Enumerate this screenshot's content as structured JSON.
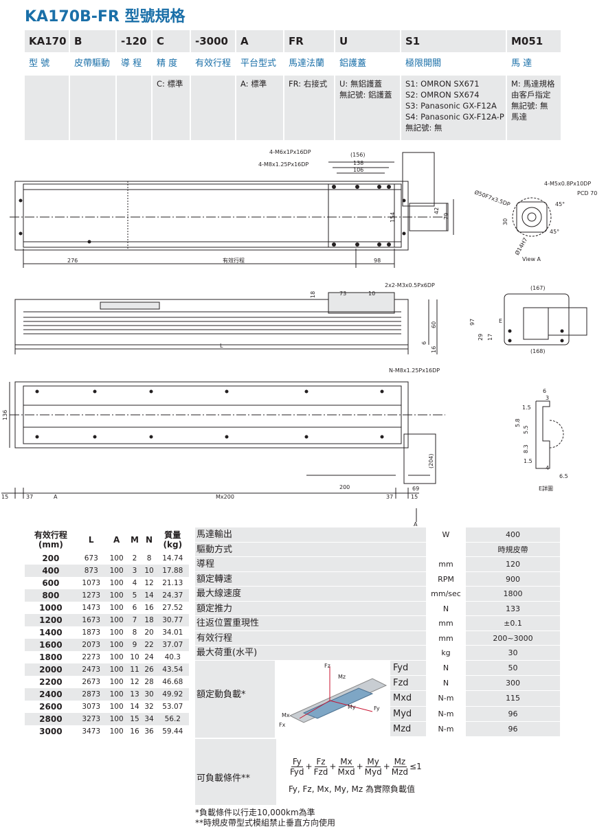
{
  "title": "KA170B-FR 型號規格",
  "code_table": {
    "codes": [
      "KA170",
      "B",
      "-120",
      "C",
      "-3000",
      "A",
      "FR",
      "U",
      "S1",
      "M051"
    ],
    "labels": [
      "型 號",
      "皮帶驅動",
      "導 程",
      "精 度",
      "有效行程",
      "平台型式",
      "馬達法蘭",
      "鋁護蓋",
      "極限開關",
      "馬 達"
    ],
    "descriptions": [
      "",
      "",
      "",
      "C: 標準",
      "",
      "A: 標準",
      "FR: 右接式",
      "U: 無鋁護蓋\n無記號: 鋁護蓋",
      "S1: OMRON SX671\nS2: OMRON SX674\nS3: Panasonic GX-F12A\nS4: Panasonic GX-F12A-P\n無記號: 無",
      "M: 馬達規格\n由客戶指定\n無記號: 無\n馬達"
    ]
  },
  "drawing_top": {
    "callouts": [
      "4-M6x1Px16DP",
      "4-M8x1.25Px16DP",
      "(156)",
      "138",
      "106",
      "154",
      "42",
      "79",
      "276",
      "有效行程",
      "98"
    ],
    "view_a": [
      "4-M5x0.8Px10DP",
      "PCD 70",
      "Ø50F7x3.5DP",
      "45°",
      "45°",
      "30",
      "Ø14H7",
      "View A"
    ]
  },
  "drawing_side": {
    "callouts": [
      "2x2-M3x0.5Px6DP",
      "18",
      "73",
      "10",
      "60",
      "6",
      "16",
      "L"
    ],
    "end_view": [
      "(167)",
      "97",
      "E",
      "29",
      "17",
      "(168)"
    ]
  },
  "drawing_bottom": {
    "callouts": [
      "N-M8x1.25Px16DP",
      "136",
      "(204)",
      "200",
      "69",
      "15",
      "37",
      "A",
      "Mx200",
      "37",
      "15",
      "A"
    ],
    "detail_e": [
      "6",
      "3",
      "1.5",
      "5.8",
      "5.5",
      "8.3",
      "1.5",
      "4",
      "6.5",
      "E詳圖"
    ]
  },
  "dim_table": {
    "headers": [
      "有效行程\n(mm)",
      "L",
      "A",
      "M",
      "N",
      "質量\n(kg)"
    ],
    "rows": [
      [
        "200",
        "673",
        "100",
        "2",
        "8",
        "14.74"
      ],
      [
        "400",
        "873",
        "100",
        "3",
        "10",
        "17.88"
      ],
      [
        "600",
        "1073",
        "100",
        "4",
        "12",
        "21.13"
      ],
      [
        "800",
        "1273",
        "100",
        "5",
        "14",
        "24.37"
      ],
      [
        "1000",
        "1473",
        "100",
        "6",
        "16",
        "27.52"
      ],
      [
        "1200",
        "1673",
        "100",
        "7",
        "18",
        "30.77"
      ],
      [
        "1400",
        "1873",
        "100",
        "8",
        "20",
        "34.01"
      ],
      [
        "1600",
        "2073",
        "100",
        "9",
        "22",
        "37.07"
      ],
      [
        "1800",
        "2273",
        "100",
        "10",
        "24",
        "40.3"
      ],
      [
        "2000",
        "2473",
        "100",
        "11",
        "26",
        "43.54"
      ],
      [
        "2200",
        "2673",
        "100",
        "12",
        "28",
        "46.68"
      ],
      [
        "2400",
        "2873",
        "100",
        "13",
        "30",
        "49.92"
      ],
      [
        "2600",
        "3073",
        "100",
        "14",
        "32",
        "53.07"
      ],
      [
        "2800",
        "3273",
        "100",
        "15",
        "34",
        "56.2"
      ],
      [
        "3000",
        "3473",
        "100",
        "16",
        "36",
        "59.44"
      ]
    ]
  },
  "spec_table": {
    "rows": [
      {
        "name": "馬達輸出",
        "unit": "W",
        "value": "400"
      },
      {
        "name": "驅動方式",
        "unit": "",
        "value": "時規皮帶"
      },
      {
        "name": "導程",
        "unit": "mm",
        "value": "120"
      },
      {
        "name": "額定轉速",
        "unit": "RPM",
        "value": "900"
      },
      {
        "name": "最大線速度",
        "unit": "mm/sec",
        "value": "1800"
      },
      {
        "name": "額定推力",
        "unit": "N",
        "value": "133"
      },
      {
        "name": "往返位置重現性",
        "unit": "mm",
        "value": "±0.1"
      },
      {
        "name": "有效行程",
        "unit": "mm",
        "value": "200~3000"
      },
      {
        "name": "最大荷重(水平)",
        "unit": "kg",
        "value": "30"
      }
    ],
    "dynamic_label": "額定動負載*",
    "dynamic_rows": [
      {
        "name": "Fyd",
        "unit": "N",
        "value": "50"
      },
      {
        "name": "Fzd",
        "unit": "N",
        "value": "300"
      },
      {
        "name": "Mxd",
        "unit": "N-m",
        "value": "115"
      },
      {
        "name": "Myd",
        "unit": "N-m",
        "value": "96"
      },
      {
        "name": "Mzd",
        "unit": "N-m",
        "value": "96"
      }
    ],
    "axis_labels": [
      "Fz",
      "Mz",
      "Mx",
      "My",
      "Fy",
      "Fx"
    ],
    "load_label": "可負載條件**",
    "formula_num": [
      "Fy",
      "Fz",
      "Mx",
      "My",
      "Mz"
    ],
    "formula_den": [
      "Fyd",
      "Fzd",
      "Mxd",
      "Myd",
      "Mzd"
    ],
    "formula_le": "≤1",
    "formula_note": "Fy, Fz, Mx, My, Mz 為實際負載值"
  },
  "notes": [
    "*負載條件以行走10,000km為準",
    "**時規皮帶型式模組禁止垂直方向使用"
  ],
  "colors": {
    "accent": "#1a6fa8",
    "gray": "#e7e8e9"
  }
}
